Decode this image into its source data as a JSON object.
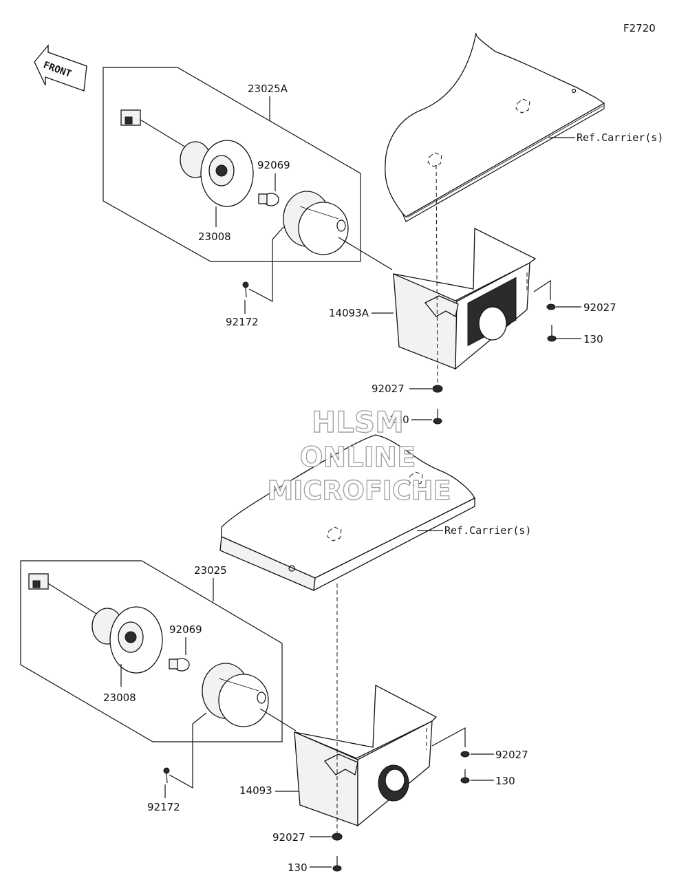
{
  "diagram_code": "F2720",
  "front_label": "FRONT",
  "watermark": {
    "line1": "HLSM",
    "line2": "ONLINE",
    "line3": "MICROFICHE"
  },
  "upper_assembly": {
    "lamp_kit": "23025A",
    "socket": "23008",
    "bulb": "92069",
    "screw": "92172",
    "bracket": "14093A",
    "carrier_ref": "Ref.Carrier(s)",
    "nut_right": "92027",
    "bolt_right": "130",
    "nut_bottom": "92027",
    "bolt_bottom": "130"
  },
  "lower_assembly": {
    "lamp_kit": "23025",
    "socket": "23008",
    "bulb": "92069",
    "screw": "92172",
    "bracket": "14093",
    "carrier_ref": "Ref.Carrier(s)",
    "nut_right": "92027",
    "bolt_right": "130",
    "nut_bottom": "92027",
    "bolt_bottom": "130"
  }
}
